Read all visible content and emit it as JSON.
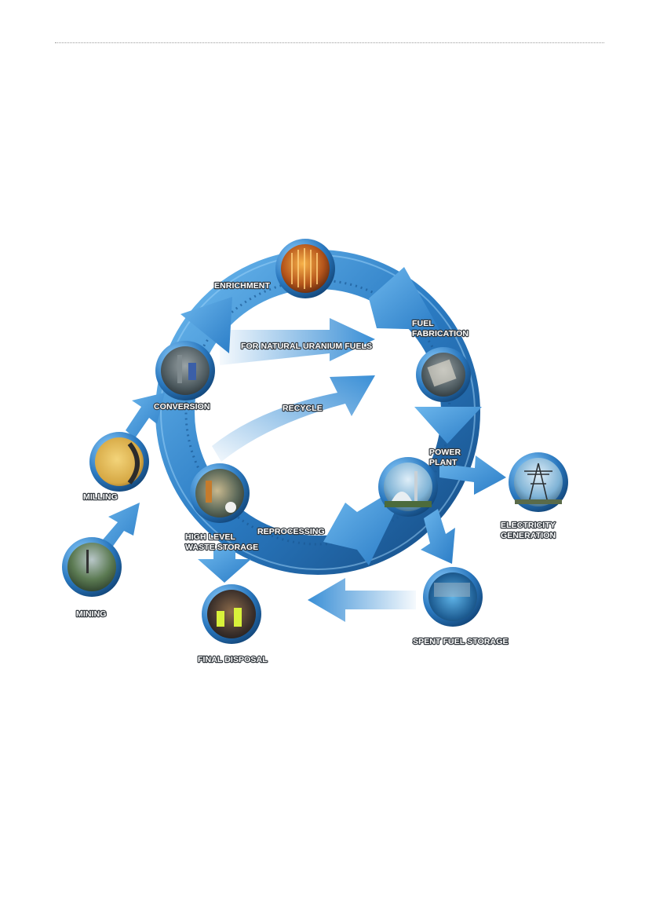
{
  "colors": {
    "arrow_blue": "#3a8fd6",
    "ring_dark": "#1f5f9c",
    "ring_light": "#5aaeea",
    "label_text": "#ffffff",
    "label_outline": "#33393f",
    "rule": "#9a9a9a"
  },
  "diagram": {
    "stages": [
      {
        "id": "enrichment",
        "photo": "gas-centrifuge-cascade-photo",
        "lines": [
          "ENRICHMENT"
        ]
      },
      {
        "id": "fuel-fabrication",
        "photo": "fuel-assembly-photo",
        "lines": [
          "FUEL",
          "FABRICATION"
        ]
      },
      {
        "id": "power-plant",
        "photo": "reactor-dome-photo",
        "lines": [
          "POWER",
          "PLANT"
        ]
      },
      {
        "id": "electricity-generation",
        "photo": "transmission-pylon-photo",
        "lines": [
          "ELECTRICITY",
          "GENERATION"
        ]
      },
      {
        "id": "spent-fuel-storage",
        "photo": "storage-pool-photo",
        "lines": [
          "SPENT FUEL STORAGE"
        ]
      },
      {
        "id": "final-disposal",
        "photo": "tunnel-workers-photo",
        "lines": [
          "FINAL DISPOSAL"
        ]
      },
      {
        "id": "high-level-waste-storage",
        "photo": "waste-facility-photo",
        "lines": [
          "HIGH LEVEL",
          "WASTE STORAGE"
        ]
      },
      {
        "id": "mining",
        "photo": "mine-site-photo",
        "lines": [
          "MINING"
        ]
      },
      {
        "id": "milling",
        "photo": "yellowcake-photo",
        "lines": [
          "MILLING"
        ]
      },
      {
        "id": "conversion",
        "photo": "conversion-plant-photo",
        "lines": [
          "CONVERSION"
        ]
      }
    ],
    "flow_labels": [
      {
        "id": "natural-uranium",
        "text": "FOR NATURAL URANIUM FUELS"
      },
      {
        "id": "recycle",
        "text": "RECYCLE"
      },
      {
        "id": "reprocessing",
        "text": "REPROCESSING"
      }
    ]
  }
}
